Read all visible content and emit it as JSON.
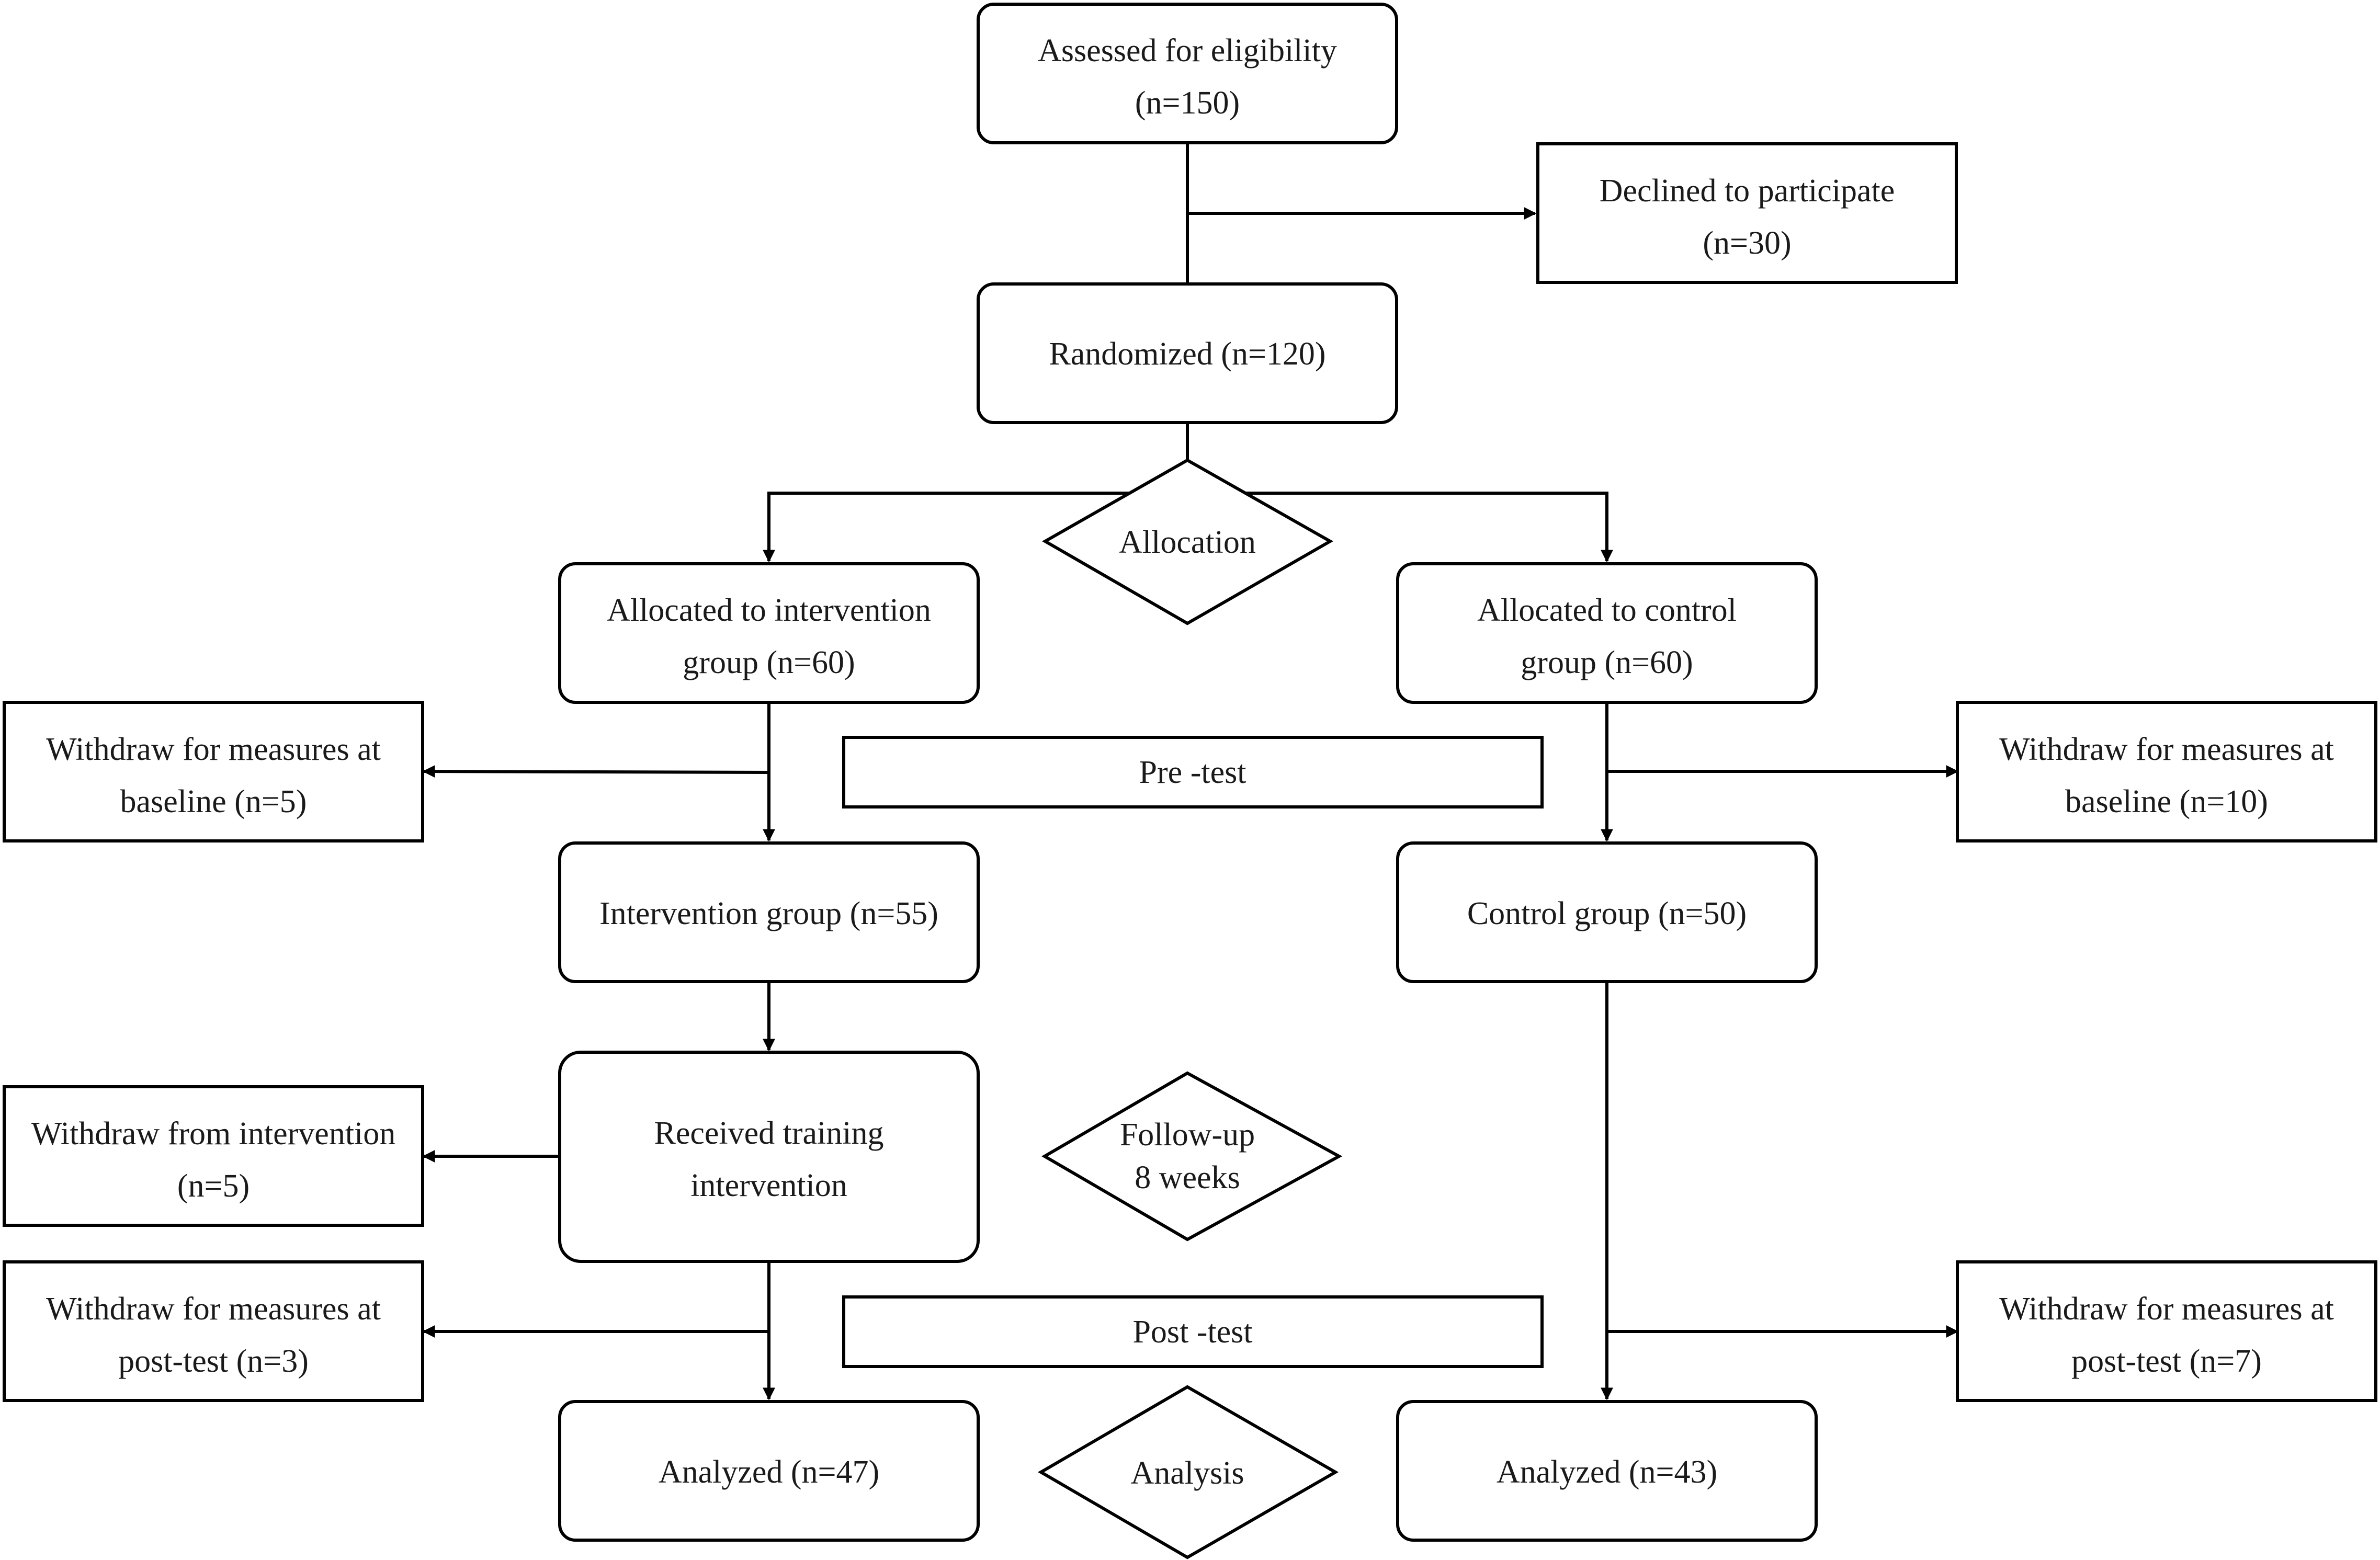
{
  "boxes": {
    "assessed": [
      "Assessed for eligibility",
      "(n=150)"
    ],
    "declined": [
      "Declined to participate",
      "(n=30)"
    ],
    "randomized": [
      "Randomized (n=120)"
    ],
    "alloc_intervention": [
      "Allocated to intervention",
      "group (n=60)"
    ],
    "alloc_control": [
      "Allocated to control",
      "group (n=60)"
    ],
    "withdraw_baseline_left": [
      "Withdraw for measures at",
      "baseline (n=5)"
    ],
    "withdraw_baseline_right": [
      "Withdraw for measures at",
      "baseline (n=10)"
    ],
    "pretest": [
      "Pre -test"
    ],
    "intervention_group": [
      "Intervention group (n=55)"
    ],
    "control_group": [
      "Control group (n=50)"
    ],
    "received_training": [
      "Received training",
      "intervention"
    ],
    "withdraw_intervention": [
      "Withdraw from intervention",
      "(n=5)"
    ],
    "withdraw_posttest_left": [
      "Withdraw for measures at",
      "post-test (n=3)"
    ],
    "withdraw_posttest_right": [
      "Withdraw for measures at",
      "post-test (n=7)"
    ],
    "posttest": [
      "Post -test"
    ],
    "analyzed_left": [
      "Analyzed (n=47)"
    ],
    "analyzed_right": [
      "Analyzed (n=43)"
    ]
  },
  "diamonds": {
    "allocation": [
      "Allocation"
    ],
    "followup": [
      "Follow-up",
      "8 weeks"
    ],
    "analysis": [
      "Analysis"
    ]
  }
}
